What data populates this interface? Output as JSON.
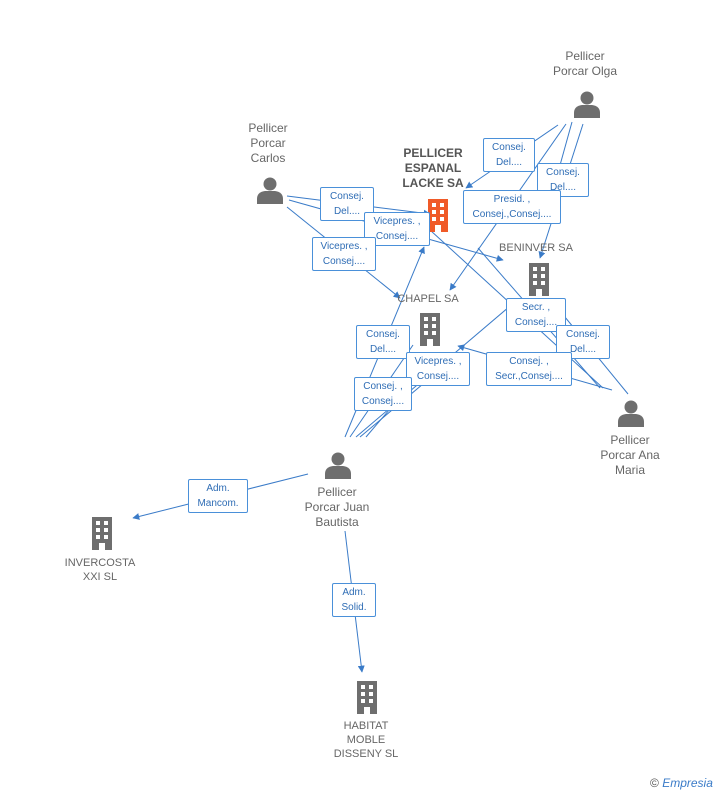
{
  "nodes": {
    "olga": {
      "lines": [
        "Pellicer",
        "Porcar Olga"
      ],
      "icon": "person-icon"
    },
    "carlos": {
      "lines": [
        "Pellicer",
        "Porcar",
        "Carlos"
      ],
      "icon": "person-icon"
    },
    "pellicer_espanal": {
      "lines": [
        "PELLICER",
        "ESPANAL",
        "LACKE SA"
      ],
      "icon": "building-icon",
      "color": "#f05a28"
    },
    "beninver": {
      "lines": [
        "BENINVER SA"
      ],
      "icon": "building-icon"
    },
    "chapel": {
      "lines": [
        "CHAPEL SA"
      ],
      "icon": "building-icon"
    },
    "ana": {
      "lines": [
        "Pellicer",
        "Porcar Ana",
        "Maria"
      ],
      "icon": "person-icon"
    },
    "juan": {
      "lines": [
        "Pellicer",
        "Porcar Juan",
        "Bautista"
      ],
      "icon": "person-icon"
    },
    "invercosta": {
      "lines": [
        "INVERCOSTA",
        "XXI SL"
      ],
      "icon": "building-icon"
    },
    "habitat": {
      "lines": [
        "HABITAT",
        "MOBLE",
        "DISSENY SL"
      ],
      "icon": "building-icon"
    }
  },
  "relations": [
    {
      "lines": [
        "Consej.",
        "Del...."
      ]
    },
    {
      "lines": [
        "Consej.",
        "Del...."
      ]
    },
    {
      "lines": [
        "Presid. ,",
        "Consej.,Consej...."
      ]
    },
    {
      "lines": [
        "Consej.",
        "Del...."
      ]
    },
    {
      "lines": [
        "Vicepres. ,",
        "Consej...."
      ]
    },
    {
      "lines": [
        "Vicepres. ,",
        "Consej...."
      ]
    },
    {
      "lines": [
        "Secr. ,",
        "Consej...."
      ]
    },
    {
      "lines": [
        "Consej.",
        "Del...."
      ]
    },
    {
      "lines": [
        "Consej.",
        "Del...."
      ]
    },
    {
      "lines": [
        "Vicepres. ,",
        "Consej...."
      ]
    },
    {
      "lines": [
        "Consej. ,",
        "Secr.,Consej...."
      ]
    },
    {
      "lines": [
        "Consej. ,",
        "Consej...."
      ]
    },
    {
      "lines": [
        "Adm.",
        "Mancom."
      ]
    },
    {
      "lines": [
        "Adm.",
        "Solid."
      ]
    }
  ],
  "colors": {
    "edge": "#3a7bc8",
    "icon": "#6e6e6e",
    "main_company": "#f05a28",
    "box_border": "#4a90d9"
  },
  "copyright": {
    "symbol": "©",
    "brand": "Empresia"
  }
}
